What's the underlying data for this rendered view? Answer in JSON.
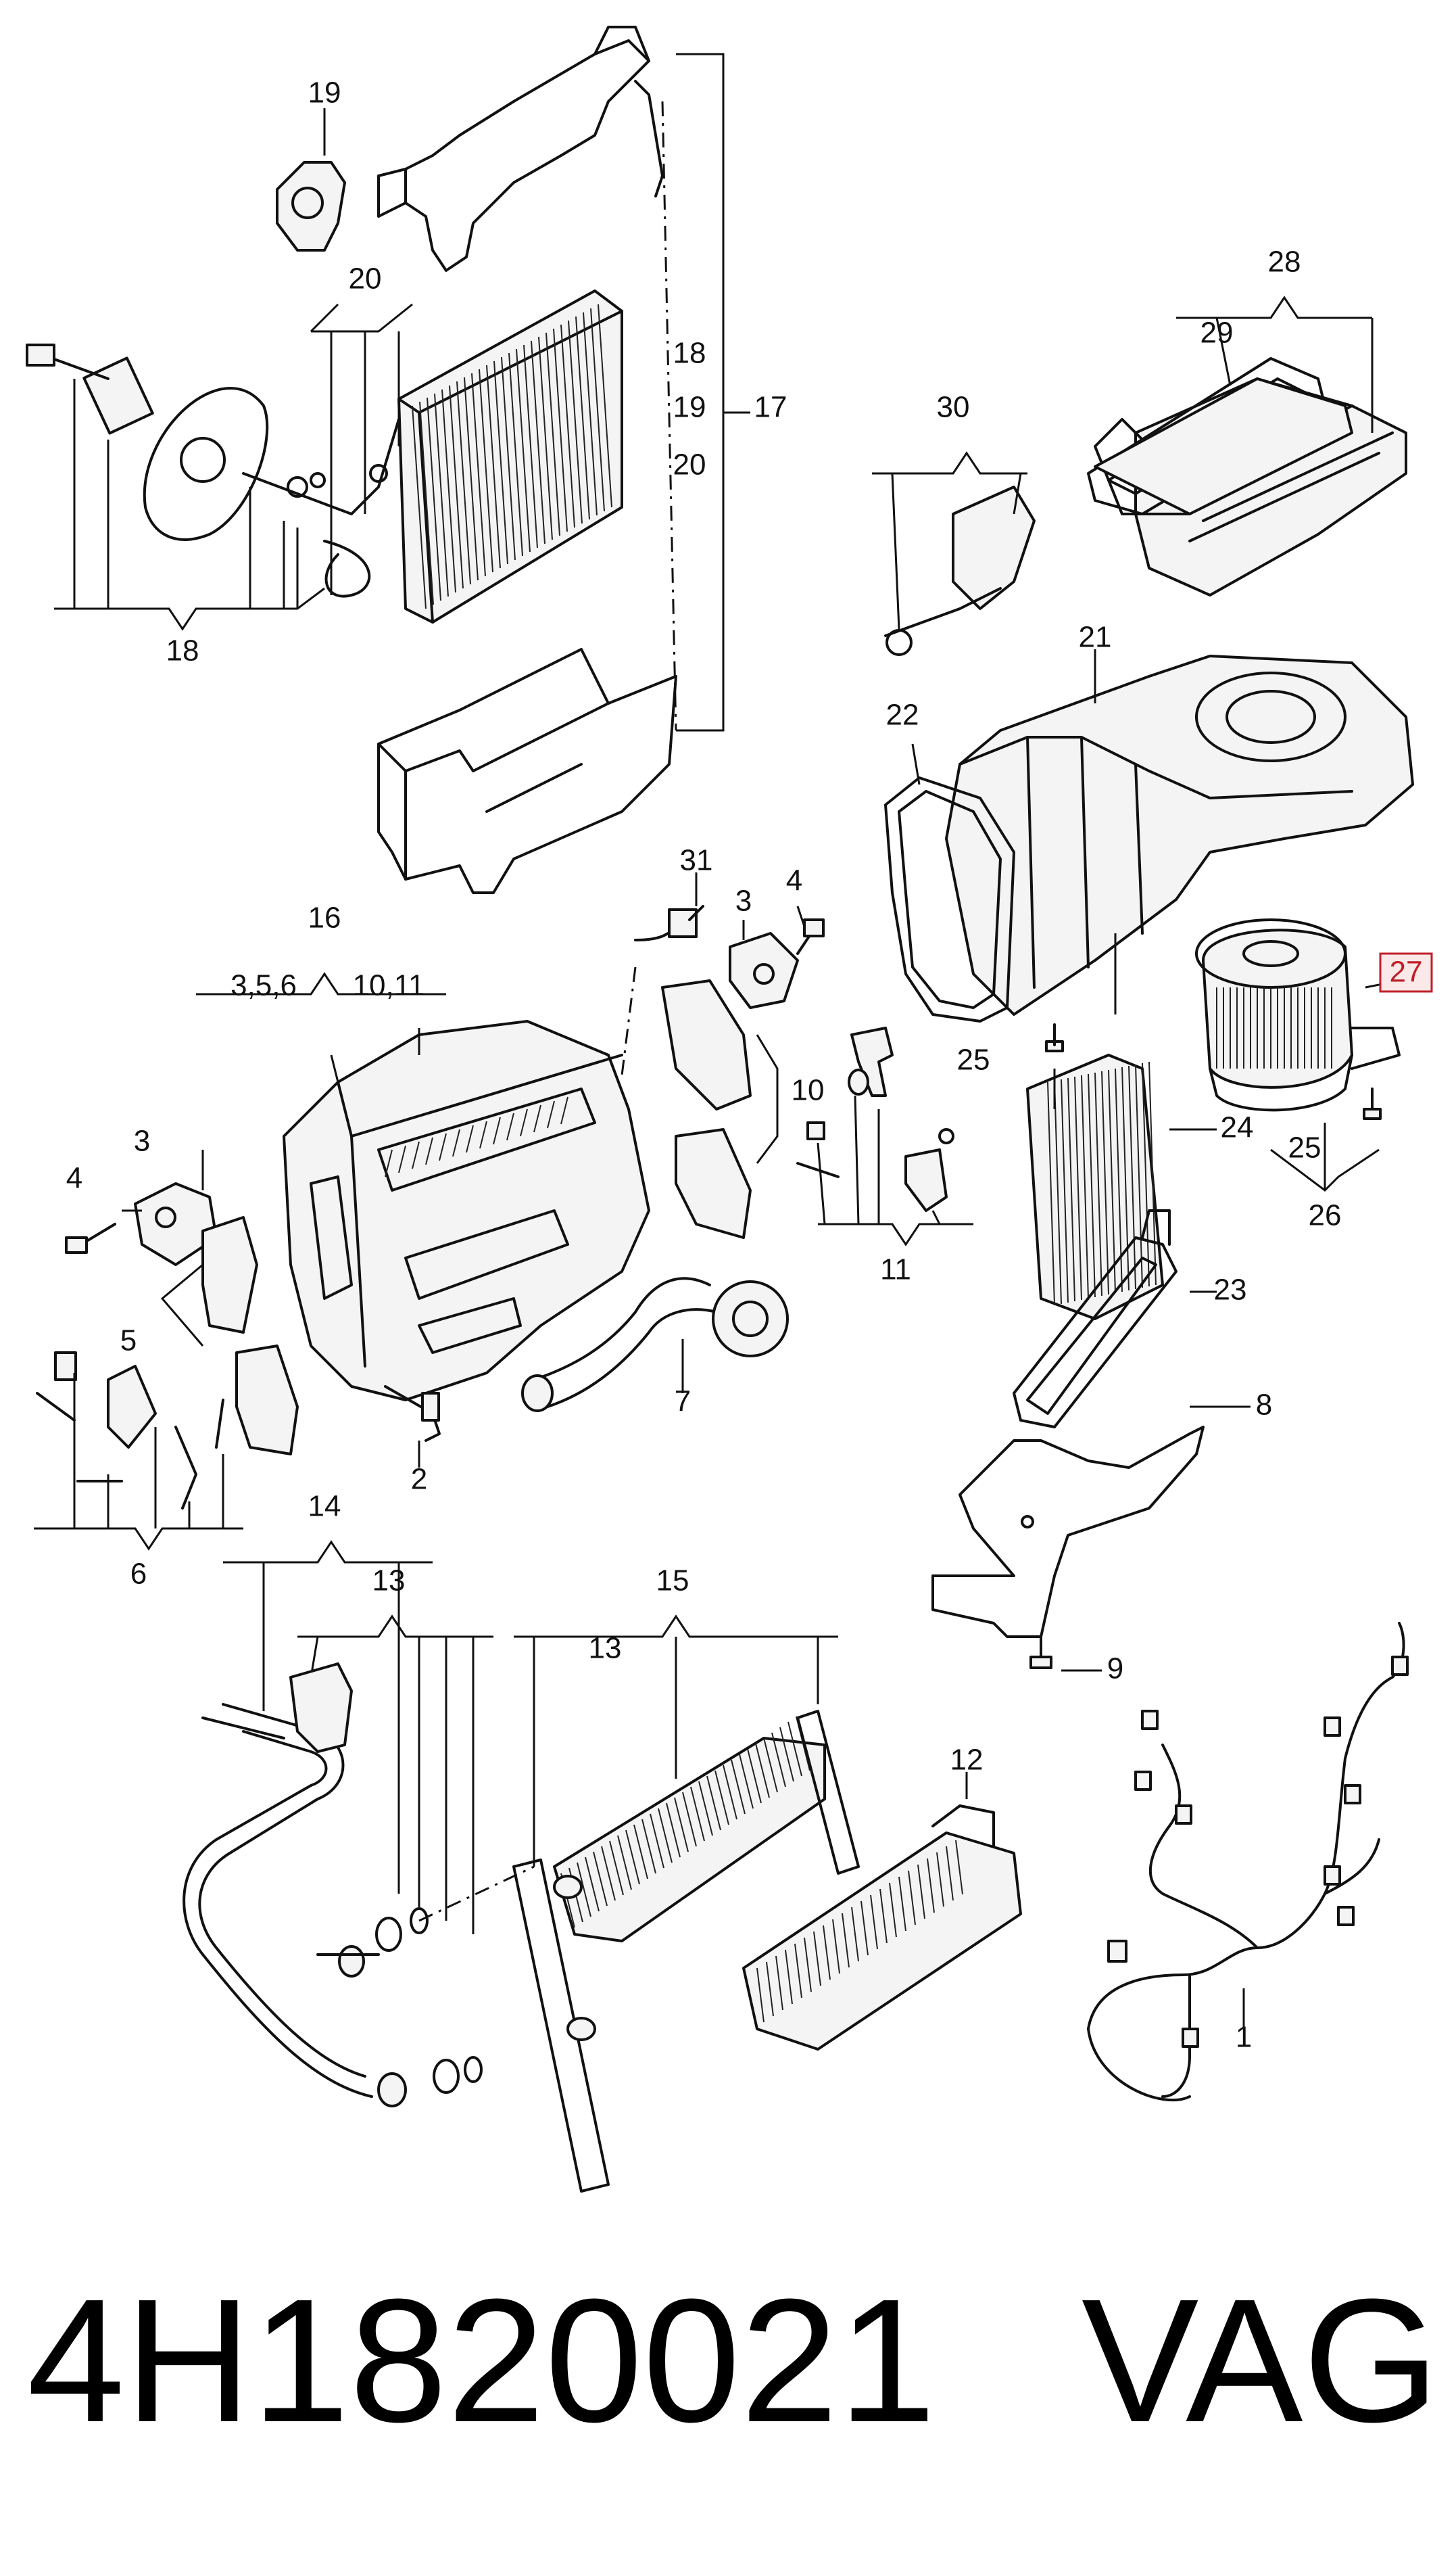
{
  "callouts": {
    "c1": "1",
    "c2": "2",
    "c3a": "3",
    "c3b": "3",
    "c4a": "4",
    "c4b": "4",
    "c5": "5",
    "c6": "6",
    "c7": "7",
    "c8": "8",
    "c9": "9",
    "c10": "10",
    "c11": "11",
    "c12": "12",
    "c13a": "13",
    "c13b": "13",
    "c14": "14",
    "c15": "15",
    "c16": "16",
    "c16a": "3,5,6",
    "c16b": "10,11",
    "c17": "17",
    "c18a": "18",
    "c18b": "18",
    "c19a": "19",
    "c19b": "19",
    "c20a": "20",
    "c20b": "20",
    "c21": "21",
    "c22": "22",
    "c23": "23",
    "c24": "24",
    "c25a": "25",
    "c25b": "25",
    "c26": "26",
    "c27": "27",
    "c28": "28",
    "c29": "29",
    "c30": "30",
    "c31": "31"
  },
  "highlight": {
    "color": "#c0202a"
  },
  "footer": {
    "part_number": "4H1820021",
    "brand": "VAG"
  }
}
